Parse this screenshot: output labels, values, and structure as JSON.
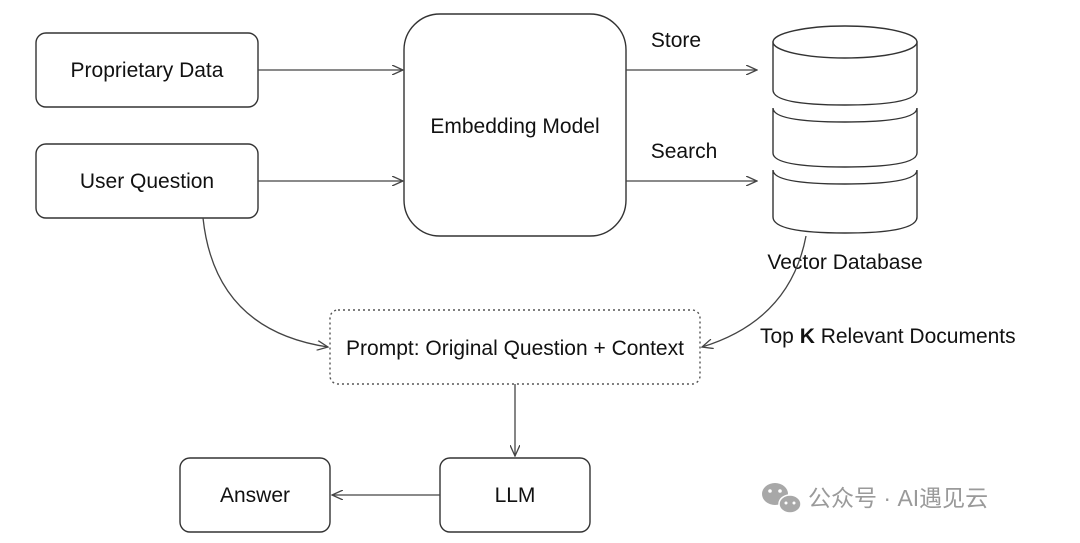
{
  "nodes": {
    "proprietary_data": "Proprietary Data",
    "user_question": "User Question",
    "embedding_model": "Embedding Model",
    "vector_database": "Vector Database",
    "prompt": "Prompt: Original Question + Context",
    "llm": "LLM",
    "answer": "Answer"
  },
  "edges": {
    "store": "Store",
    "search": "Search",
    "top_k_prefix": "Top ",
    "top_k_bold": "K",
    "top_k_suffix": " Relevant Documents"
  },
  "watermark": {
    "text": "公众号 · AI遇见云",
    "icon": "wechat-icon",
    "color": "#9a9a9a"
  }
}
